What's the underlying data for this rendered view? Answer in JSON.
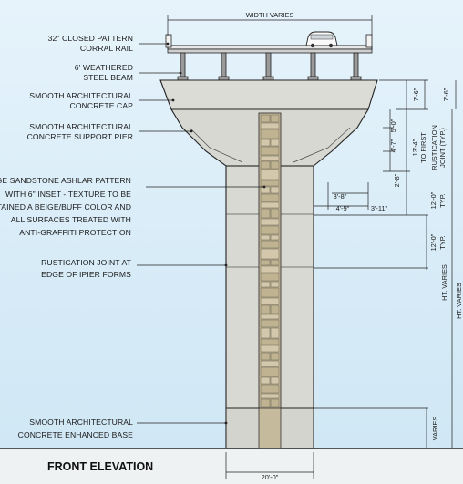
{
  "labels": {
    "rail": [
      "32\" CLOSED PATTERN",
      "CORRAL RAIL"
    ],
    "beam": [
      "6' WEATHERED",
      "STEEL BEAM"
    ],
    "cap": [
      "SMOOTH ARCHITECTURAL",
      "CONCRETE CAP"
    ],
    "pier": [
      "SMOOTH ARCHITECTURAL",
      "CONCRETE SUPPORT PIER"
    ],
    "ashlar": [
      "LARGE SANDSTONE ASHLAR PATTERN",
      "WITH  6\" INSET - TEXTURE TO BE",
      "STAINED A BEIGE/BUFF COLOR AND",
      "ALL SURFACES TREATED WITH",
      "ANTI-GRAFFITI PROTECTION"
    ],
    "joint": [
      "RUSTICATION JOINT AT",
      "EDGE OF IPIER FORMS"
    ],
    "base": [
      "SMOOTH ARCHITECTURAL",
      "CONCRETE ENHANCED BASE"
    ]
  },
  "dimensions": {
    "width_varies": "WIDTH VARIES",
    "cap_height": "7'-6\"",
    "cap_height_2": "7'-6\"",
    "five_ft": "5'-0\"",
    "four_seven": "4'-7\"",
    "first_rust": [
      "13'-4\"",
      "TO FIRST",
      "RUSTICATION",
      "JOINT (TYP.)"
    ],
    "two_eight": "2'-8\"",
    "three_eight": "3'-8\"",
    "four_nine": "4'-9\"",
    "three_eleven": "3'-11\"",
    "typ_a": [
      "12'-0\"",
      "TYP."
    ],
    "typ_b": [
      "12'-0\"",
      "TYP."
    ],
    "ht_varies": "HT. VARIES",
    "ht_cut": "HT. VARIES",
    "varies": "VARIES",
    "base_width": "20'-0\""
  },
  "title": "FRONT ELEVATION",
  "colors": {
    "concrete": "#d9d9d3",
    "stone": "#c9bda0",
    "sky": "#dcedf7",
    "line": "#222222"
  }
}
